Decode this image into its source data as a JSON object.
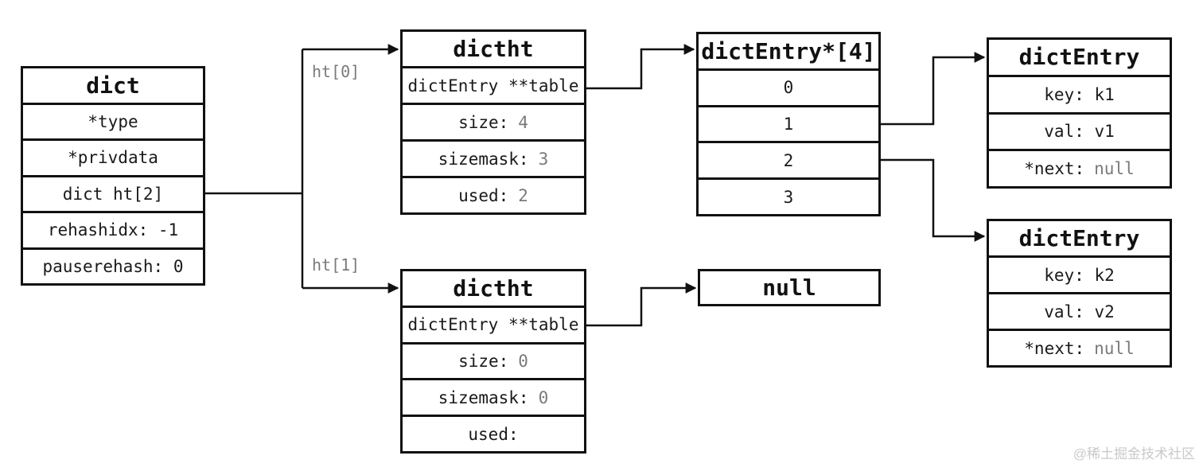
{
  "diagram": {
    "boxes": {
      "dict": {
        "title": "dict",
        "rows": [
          {
            "label": "*type",
            "value": ""
          },
          {
            "label": "*privdata",
            "value": ""
          },
          {
            "label": "dict ht[2]",
            "value": ""
          },
          {
            "label": "rehashidx: -1",
            "value": ""
          },
          {
            "label": "pauserehash: 0",
            "value": ""
          }
        ]
      },
      "dictht0": {
        "title": "dictht",
        "rows": [
          {
            "label": "dictEntry **table",
            "value": ""
          },
          {
            "label": "size:",
            "value": "4"
          },
          {
            "label": "sizemask:",
            "value": "3"
          },
          {
            "label": "used:",
            "value": "2"
          }
        ]
      },
      "dict_entry_array": {
        "title": "dictEntry*[4]",
        "rows": [
          {
            "label": "0",
            "value": ""
          },
          {
            "label": "1",
            "value": ""
          },
          {
            "label": "2",
            "value": ""
          },
          {
            "label": "3",
            "value": ""
          }
        ]
      },
      "dict_entry_k1": {
        "title": "dictEntry",
        "rows": [
          {
            "label": "key: k1",
            "value": ""
          },
          {
            "label": "val: v1",
            "value": ""
          },
          {
            "label": "*next:",
            "value": "null"
          }
        ]
      },
      "dict_entry_k2": {
        "title": "dictEntry",
        "rows": [
          {
            "label": "key: k2",
            "value": ""
          },
          {
            "label": "val: v2",
            "value": ""
          },
          {
            "label": "*next:",
            "value": "null"
          }
        ]
      },
      "dictht1": {
        "title": "dictht",
        "rows": [
          {
            "label": "dictEntry **table",
            "value": ""
          },
          {
            "label": "size:",
            "value": "0"
          },
          {
            "label": "sizemask:",
            "value": "0"
          },
          {
            "label": "used:",
            "value": ""
          }
        ]
      },
      "null_box": {
        "title": "null"
      }
    },
    "edge_labels": {
      "ht0": "ht[0]",
      "ht1": "ht[1]"
    },
    "colors": {
      "line": "#111111",
      "muted": "#7a7a7a",
      "watermark": "#c9c9c9",
      "background": "#ffffff"
    },
    "watermark": "@稀土掘金技术社区"
  }
}
